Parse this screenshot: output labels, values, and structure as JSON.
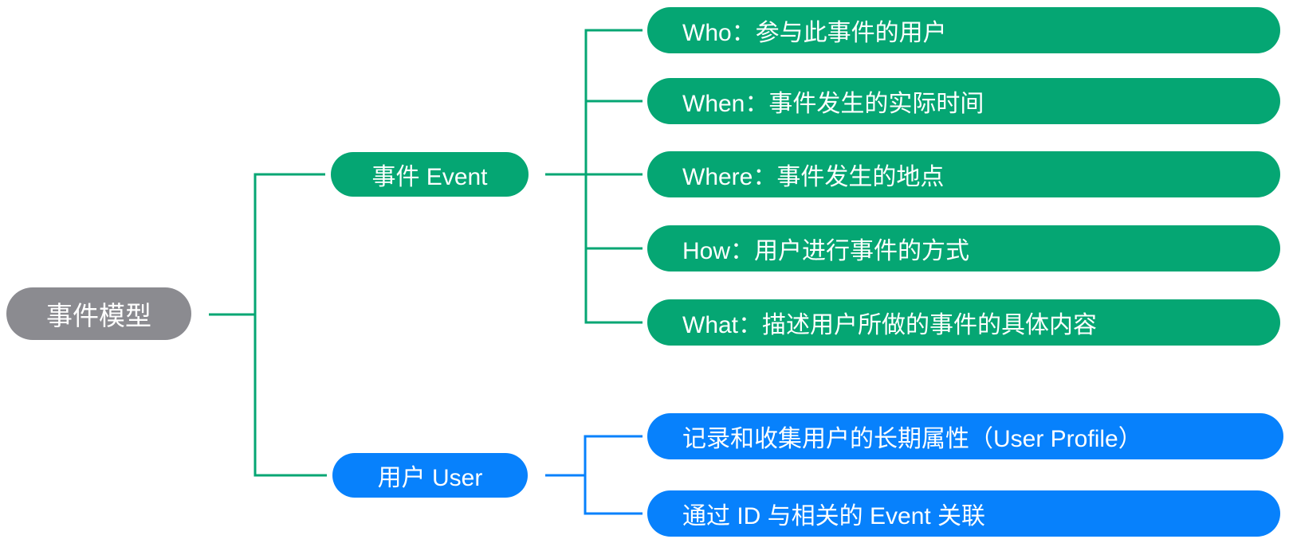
{
  "colors": {
    "background": "#ffffff",
    "root_fill": "#8b8b90",
    "event_green": "#05a673",
    "user_blue": "#0781fc",
    "node_text": "#ffffff"
  },
  "mindmap": {
    "root": {
      "label": "事件模型"
    },
    "branches": [
      {
        "label": "事件 Event",
        "color": "#05a673",
        "children": [
          {
            "label": "Who：参与此事件的用户"
          },
          {
            "label": "When：事件发生的实际时间"
          },
          {
            "label": "Where：事件发生的地点"
          },
          {
            "label": "How：用户进行事件的方式"
          },
          {
            "label": "What：描述用户所做的事件的具体内容"
          }
        ]
      },
      {
        "label": "用户 User",
        "color": "#0781fc",
        "children": [
          {
            "label": "记录和收集用户的长期属性（User Profile）"
          },
          {
            "label": "通过 ID 与相关的 Event 关联"
          }
        ]
      }
    ]
  }
}
